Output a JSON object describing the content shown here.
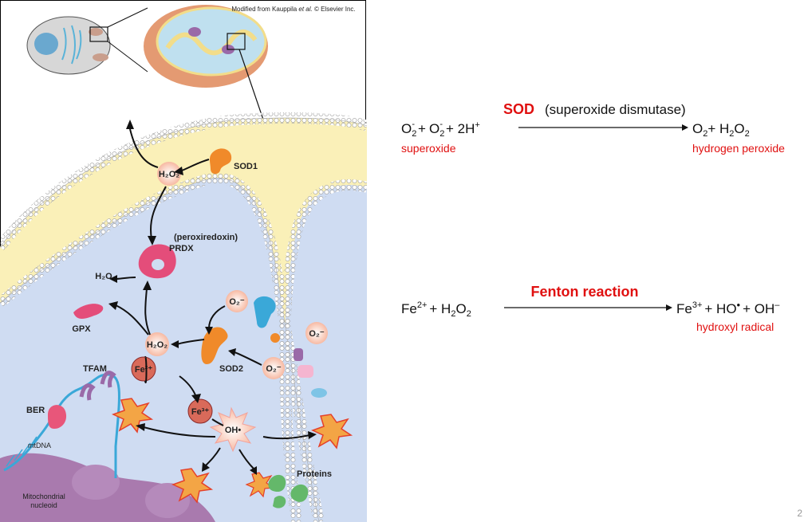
{
  "figure": {
    "credit_prefix": "Modified from Kauppila ",
    "credit_italic": "et al.",
    "credit_suffix": " © Elsevier Inc.",
    "labels": {
      "sod1": "SOD1",
      "prdx_full": "(peroxiredoxin)",
      "prdx": "PRDX",
      "water": "H₂O",
      "gpx": "GPX",
      "h2o2_top": "H₂O₂",
      "h2o2_mid": "H₂O₂",
      "fe2": "Fe²⁺",
      "fe3": "Fe³⁺",
      "oh": "OH•",
      "sod2": "SOD2",
      "superoxide_1": "O₂⁻",
      "superoxide_2": "O₂⁻",
      "superoxide_3": "O₂⁻",
      "tfam": "TFAM",
      "ber": "BER",
      "mtdna": "mtDNA",
      "proteins": "Proteins",
      "nucleoid_line1": "Mitochondrial",
      "nucleoid_line2": "nucleoid"
    }
  },
  "equations": {
    "sod": {
      "enzyme": "SOD",
      "enzyme_full": "(superoxide dismutase)",
      "reactant_a": "O",
      "reactant_a_sub": "2",
      "reactant_a_sup": "-",
      "plus1": "+",
      "reactant_b": "O",
      "reactant_b_sub": "2",
      "reactant_b_sup": "-",
      "plus2": "+ 2H",
      "proton_sup": "+",
      "product_a": "O",
      "product_a_sub": "2",
      "plus3": "+ H",
      "product_b_sub1": "2",
      "product_b_mid": "O",
      "product_b_sub2": "2",
      "label_left": "superoxide",
      "label_right": "hydrogen peroxide"
    },
    "fenton": {
      "title": "Fenton reaction",
      "fe": "Fe",
      "fe_sup": "2+",
      "plus_h": "+ H",
      "h_sub": "2",
      "o": "O",
      "o_sub": "2",
      "p_fe": "Fe",
      "p_fe_sup": "3+",
      "p_ho": "+ HO",
      "p_dot": "•",
      "p_oh": "+ OH",
      "p_oh_sup": "–",
      "label_right": "hydroxyl radical"
    }
  },
  "page_number": "2"
}
